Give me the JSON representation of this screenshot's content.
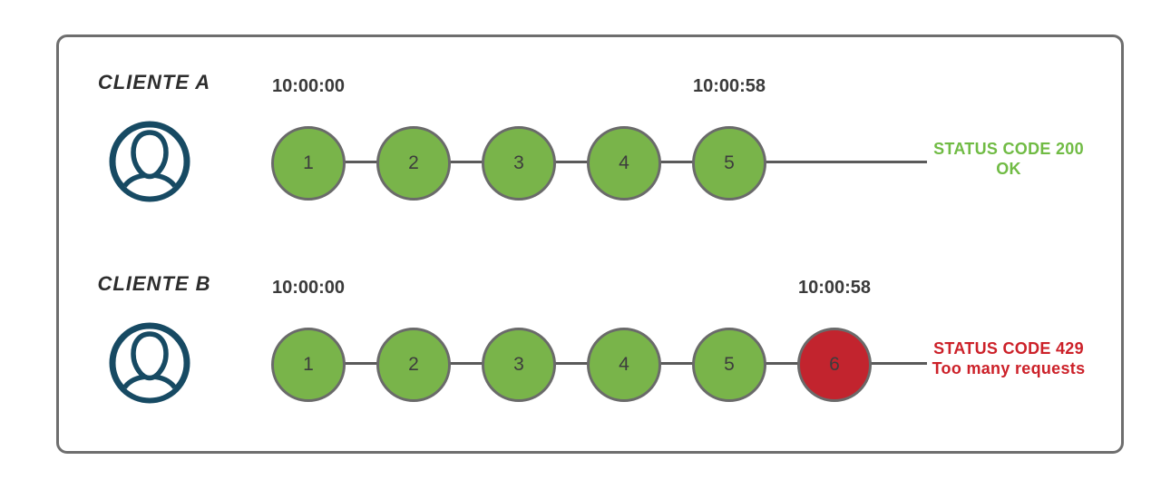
{
  "colors": {
    "ok": "#79b44a",
    "blocked": "#c2242e",
    "ok_text": "#70bb44",
    "blocked_text": "#cc2129",
    "avatar": "#174a63",
    "line": "#5a5a5a",
    "circle_border": "#6a6a6a",
    "frame_border": "#6e6e6e",
    "label_text": "#2d2d2d",
    "time_text": "#3a3a3a",
    "number_text": "#3d3d3d"
  },
  "rows": [
    {
      "client_label": "CLIENTE A",
      "start_time": "10:00:00",
      "end_time": "10:00:58",
      "requests": [
        "1",
        "2",
        "3",
        "4",
        "5"
      ],
      "blocked_index": -1,
      "status_line1": "STATUS CODE 200",
      "status_line2": "OK",
      "status_color_key": "ok_text"
    },
    {
      "client_label": "CLIENTE B",
      "start_time": "10:00:00",
      "end_time": "10:00:58",
      "requests": [
        "1",
        "2",
        "3",
        "4",
        "5",
        "6"
      ],
      "blocked_index": 5,
      "status_line1": "STATUS CODE 429",
      "status_line2": "Too many requests",
      "status_color_key": "blocked_text"
    }
  ]
}
